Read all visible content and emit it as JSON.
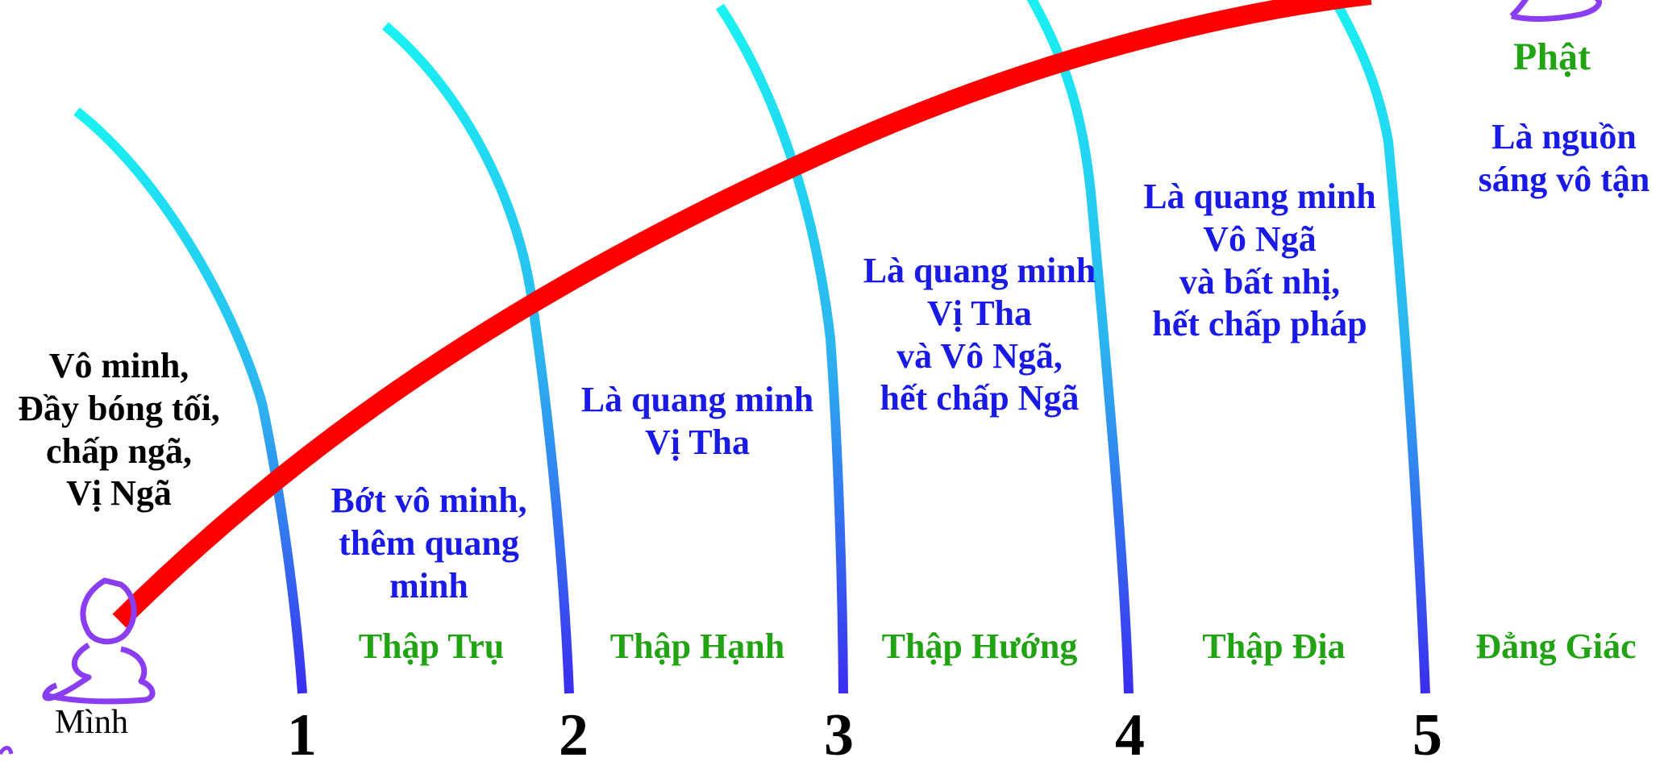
{
  "self": {
    "label": "Mình",
    "description": [
      "Vô minh,",
      "Đầy bóng tối,",
      "chấp ngã,",
      "Vị Ngã"
    ]
  },
  "stages": [
    {
      "number": "1",
      "name": "Thập Trụ",
      "description": [
        "Bớt vô minh,",
        "thêm quang",
        "minh"
      ]
    },
    {
      "number": "2",
      "name": "Thập Hạnh",
      "description": [
        "Là quang minh",
        "Vị Tha"
      ]
    },
    {
      "number": "3",
      "name": "Thập Hướng",
      "description": [
        "Là quang minh",
        "Vị Tha",
        "và Vô Ngã,",
        "hết chấp Ngã"
      ]
    },
    {
      "number": "4",
      "name": "Thập Địa",
      "description": [
        "Là quang minh",
        "Vô Ngã",
        "và bất nhị,",
        "hết chấp pháp"
      ]
    },
    {
      "number": "5",
      "name": "Đẳng Giác",
      "description": []
    }
  ],
  "goal": {
    "label": "Phật",
    "description": [
      "Là nguồn",
      "sáng vô tận"
    ]
  },
  "colors": {
    "path": "#ff0000",
    "arc_top": "#19f2f2",
    "arc_bottom": "#3b2df0",
    "figure": "#8a3df2",
    "stage_name": "#22a314",
    "description_blue": "#1a1ae6"
  }
}
